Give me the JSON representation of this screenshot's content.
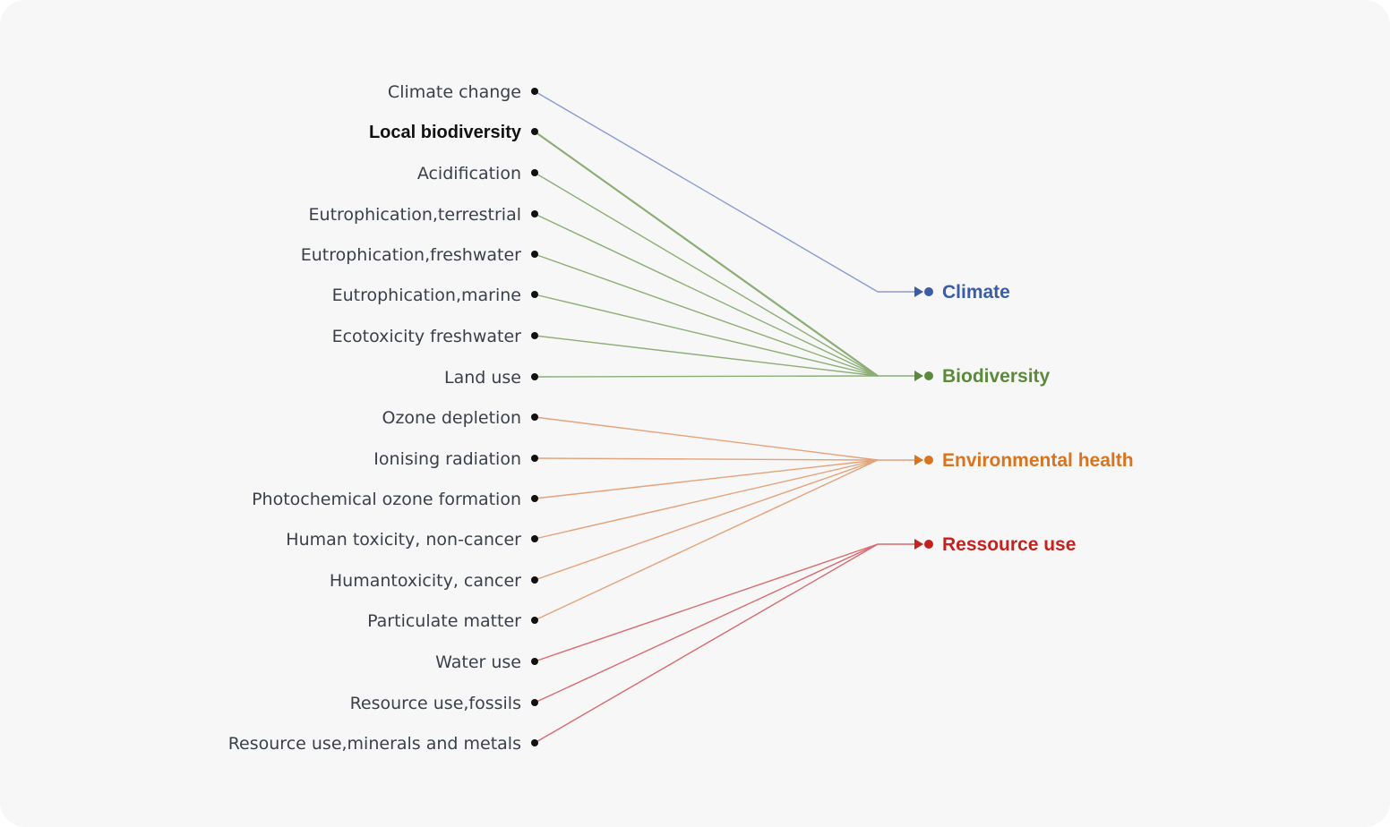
{
  "sources": [
    {
      "label": "Climate change",
      "group": "climate",
      "highlight": false
    },
    {
      "label": "Local biodiversity",
      "group": "biodiversity",
      "highlight": true
    },
    {
      "label": "Acidification",
      "group": "biodiversity",
      "highlight": false
    },
    {
      "label": "Eutrophication,terrestrial",
      "group": "biodiversity",
      "highlight": false
    },
    {
      "label": "Eutrophication,freshwater",
      "group": "biodiversity",
      "highlight": false
    },
    {
      "label": "Eutrophication,marine",
      "group": "biodiversity",
      "highlight": false
    },
    {
      "label": "Ecotoxicity freshwater",
      "group": "biodiversity",
      "highlight": false
    },
    {
      "label": "Land use",
      "group": "biodiversity",
      "highlight": false
    },
    {
      "label": "Ozone depletion",
      "group": "health",
      "highlight": false
    },
    {
      "label": "Ionising radiation",
      "group": "health",
      "highlight": false
    },
    {
      "label": "Photochemical ozone formation",
      "group": "health",
      "highlight": false
    },
    {
      "label": "Human toxicity, non-cancer",
      "group": "health",
      "highlight": false
    },
    {
      "label": "Humantoxicity, cancer",
      "group": "health",
      "highlight": false
    },
    {
      "label": "Particulate matter",
      "group": "health",
      "highlight": false
    },
    {
      "label": "Water use",
      "group": "resource",
      "highlight": false
    },
    {
      "label": "Resource use,fossils",
      "group": "resource",
      "highlight": false
    },
    {
      "label": "Resource use,minerals and metals",
      "group": "resource",
      "highlight": false
    }
  ],
  "targets": [
    {
      "id": "climate",
      "label": "Climate",
      "color": "#3d5ca6",
      "line_color": "#8b9ad2"
    },
    {
      "id": "biodiversity",
      "label": "Biodiversity",
      "color": "#5c8a3c",
      "line_color": "#8cae76"
    },
    {
      "id": "health",
      "label": "Environmental health",
      "color": "#d9731e",
      "line_color": "#e4a27a"
    },
    {
      "id": "resource",
      "label": "Ressource use",
      "color": "#c4211f",
      "line_color": "#d96a70"
    }
  ]
}
